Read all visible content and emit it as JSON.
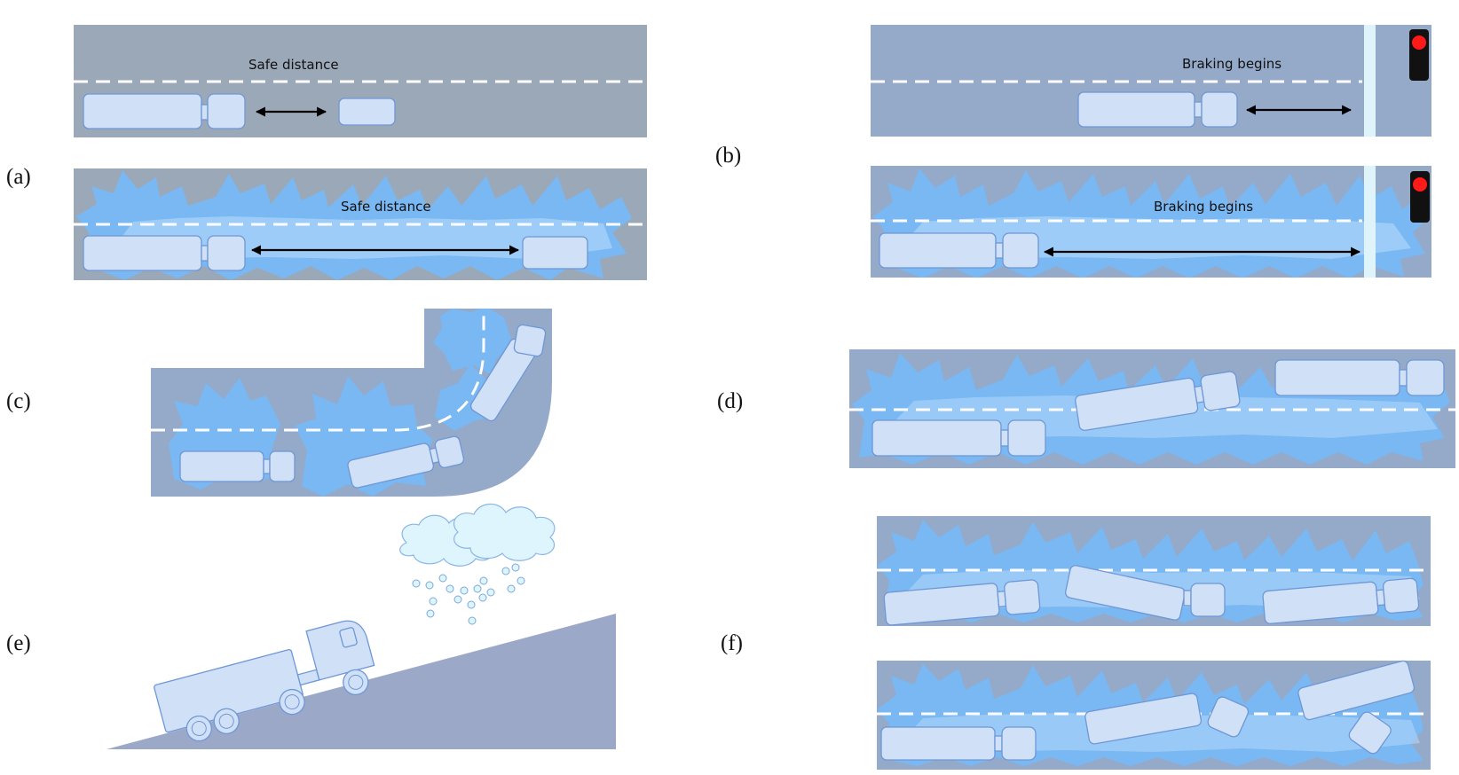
{
  "panels": [
    {
      "label": "(a)",
      "text_top": "Safe distance",
      "text_bottom": "Safe distance"
    },
    {
      "label": "(b)",
      "text_top": "Braking begins",
      "text_bottom": "Braking begins"
    },
    {
      "label": "(c)"
    },
    {
      "label": "(d)"
    },
    {
      "label": "(e)"
    },
    {
      "label": "(f)"
    }
  ],
  "colors": {
    "road_dry": "#9ba8b8",
    "road_wet": "#95a9c8",
    "spray": "#79b8f2",
    "spray_light": "#b9dcfb",
    "truck_fill": "#cfe0f7",
    "truck_stroke": "#6f97d6",
    "lane_marking": "#ffffff",
    "stop_line": "#dff3fb",
    "traffic_light_body": "#111111",
    "traffic_light_red": "#ff1a1a",
    "cloud": "#dff5fd",
    "snowflake": "#bcd9f5",
    "slope": "#9ba8c8"
  },
  "icons": [
    "truck-icon",
    "traffic-light-icon",
    "cloud-icon",
    "snowflake-icon",
    "double-arrow-icon"
  ]
}
